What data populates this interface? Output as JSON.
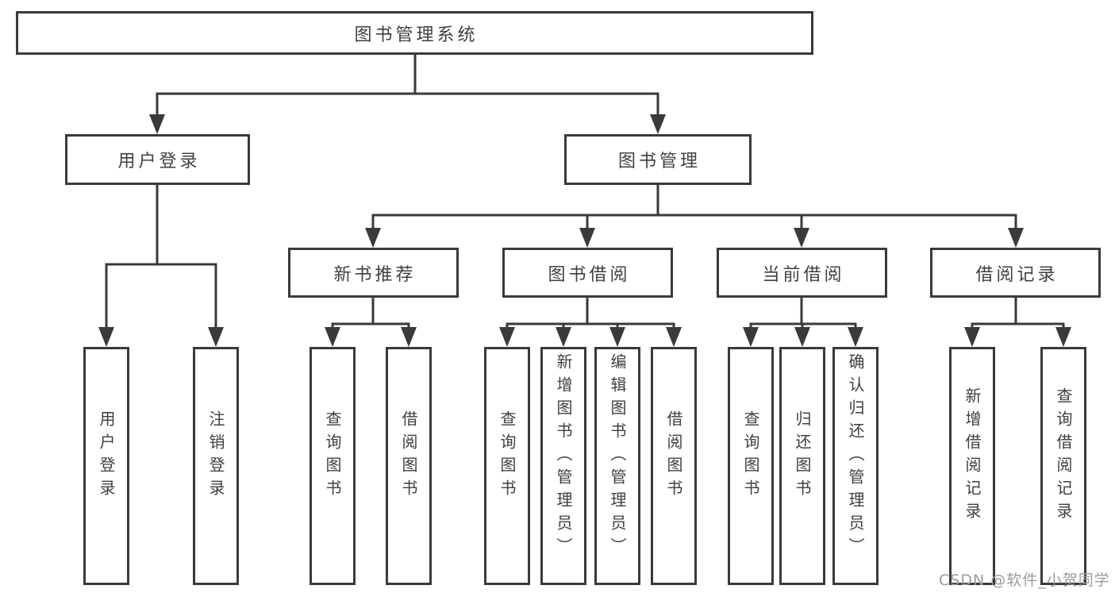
{
  "diagram": {
    "type": "tree",
    "root": {
      "label": "图书管理系统"
    },
    "level2": [
      {
        "label": "用户登录",
        "parent": "图书管理系统"
      },
      {
        "label": "图书管理",
        "parent": "图书管理系统"
      }
    ],
    "level3": [
      {
        "label": "新书推荐",
        "parent": "图书管理"
      },
      {
        "label": "图书借阅",
        "parent": "图书管理"
      },
      {
        "label": "当前借阅",
        "parent": "图书管理"
      },
      {
        "label": "借阅记录",
        "parent": "图书管理"
      }
    ],
    "leaves": [
      {
        "label": "用户登录",
        "parent": "用户登录"
      },
      {
        "label": "注销登录",
        "parent": "用户登录"
      },
      {
        "label": "查询图书",
        "parent": "新书推荐"
      },
      {
        "label": "借阅图书",
        "parent": "新书推荐"
      },
      {
        "label": "查询图书",
        "parent": "图书借阅"
      },
      {
        "label": "新增图书（管理员）",
        "parent": "图书借阅"
      },
      {
        "label": "编辑图书（管理员）",
        "parent": "图书借阅"
      },
      {
        "label": "借阅图书",
        "parent": "图书借阅"
      },
      {
        "label": "查询图书",
        "parent": "当前借阅"
      },
      {
        "label": "归还图书",
        "parent": "当前借阅"
      },
      {
        "label": "确认归还（管理员）",
        "parent": "当前借阅"
      },
      {
        "label": "新增借阅记录",
        "parent": "借阅记录"
      },
      {
        "label": "查询借阅记录",
        "parent": "借阅记录"
      }
    ]
  },
  "watermark": {
    "text": "CSDN @软件_小贺同学"
  },
  "colors": {
    "line": "#3a3a3a",
    "text": "#3f3f3f",
    "bg": "#ffffff",
    "watermark": "#9b9b9b"
  }
}
